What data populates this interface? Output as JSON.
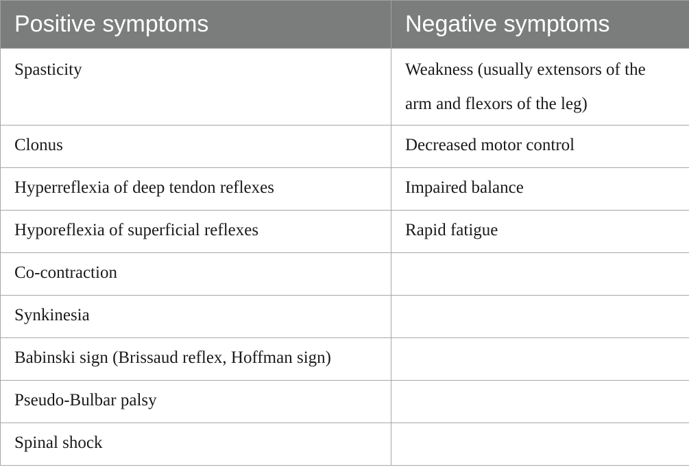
{
  "table": {
    "headers": {
      "positive": "Positive symptoms",
      "negative": "Negative symptoms"
    },
    "rows": [
      {
        "positive": "Spasticity",
        "negative": "Weakness (usually extensors of the arm and flexors of the leg)"
      },
      {
        "positive": "Clonus",
        "negative": "Decreased motor control"
      },
      {
        "positive": "Hyperreflexia of deep tendon reflexes",
        "negative": "Impaired balance"
      },
      {
        "positive": "Hyporeflexia of superficial reflexes",
        "negative": "Rapid fatigue"
      },
      {
        "positive": "Co-contraction",
        "negative": ""
      },
      {
        "positive": "Synkinesia",
        "negative": ""
      },
      {
        "positive": "Babinski sign (Brissaud reflex, Hoffman sign)",
        "negative": ""
      },
      {
        "positive": "Pseudo-Bulbar palsy",
        "negative": ""
      },
      {
        "positive": "Spinal shock",
        "negative": ""
      }
    ]
  },
  "colors": {
    "header_bg": "#7b7d7c",
    "header_text": "#ffffff",
    "border": "#a6a6a6"
  }
}
